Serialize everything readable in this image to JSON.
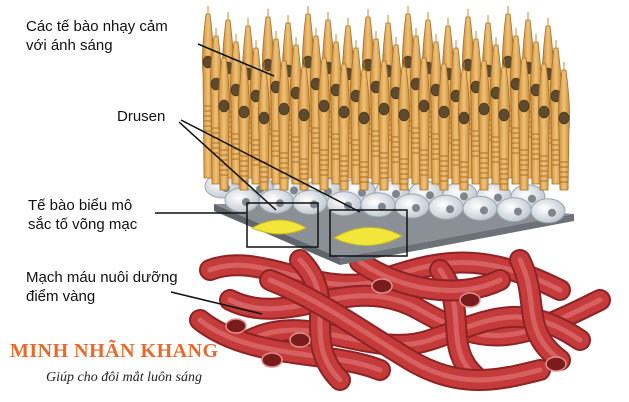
{
  "labels": {
    "photoreceptors_line1": "Các tế bào nhạy cảm",
    "photoreceptors_line2": "với ánh sáng",
    "drusen": "Drusen",
    "rpe_line1": "Tế bào biểu mô",
    "rpe_line2": "sắc tố võng mạc",
    "vessels_line1": "Mạch máu nuôi dưỡng",
    "vessels_line2": "điểm vàng"
  },
  "brand": {
    "name": "MINH NHÃN KHANG",
    "slogan": "Giúp cho đôi mắt luôn sáng"
  },
  "colors": {
    "photoreceptor": "#e3a34c",
    "rpe_cell": "#dfe6ec",
    "membrane": "#6f747a",
    "drusen": "#f0e23a",
    "vessel": "#c53b3b",
    "brand": "#e8692a"
  }
}
